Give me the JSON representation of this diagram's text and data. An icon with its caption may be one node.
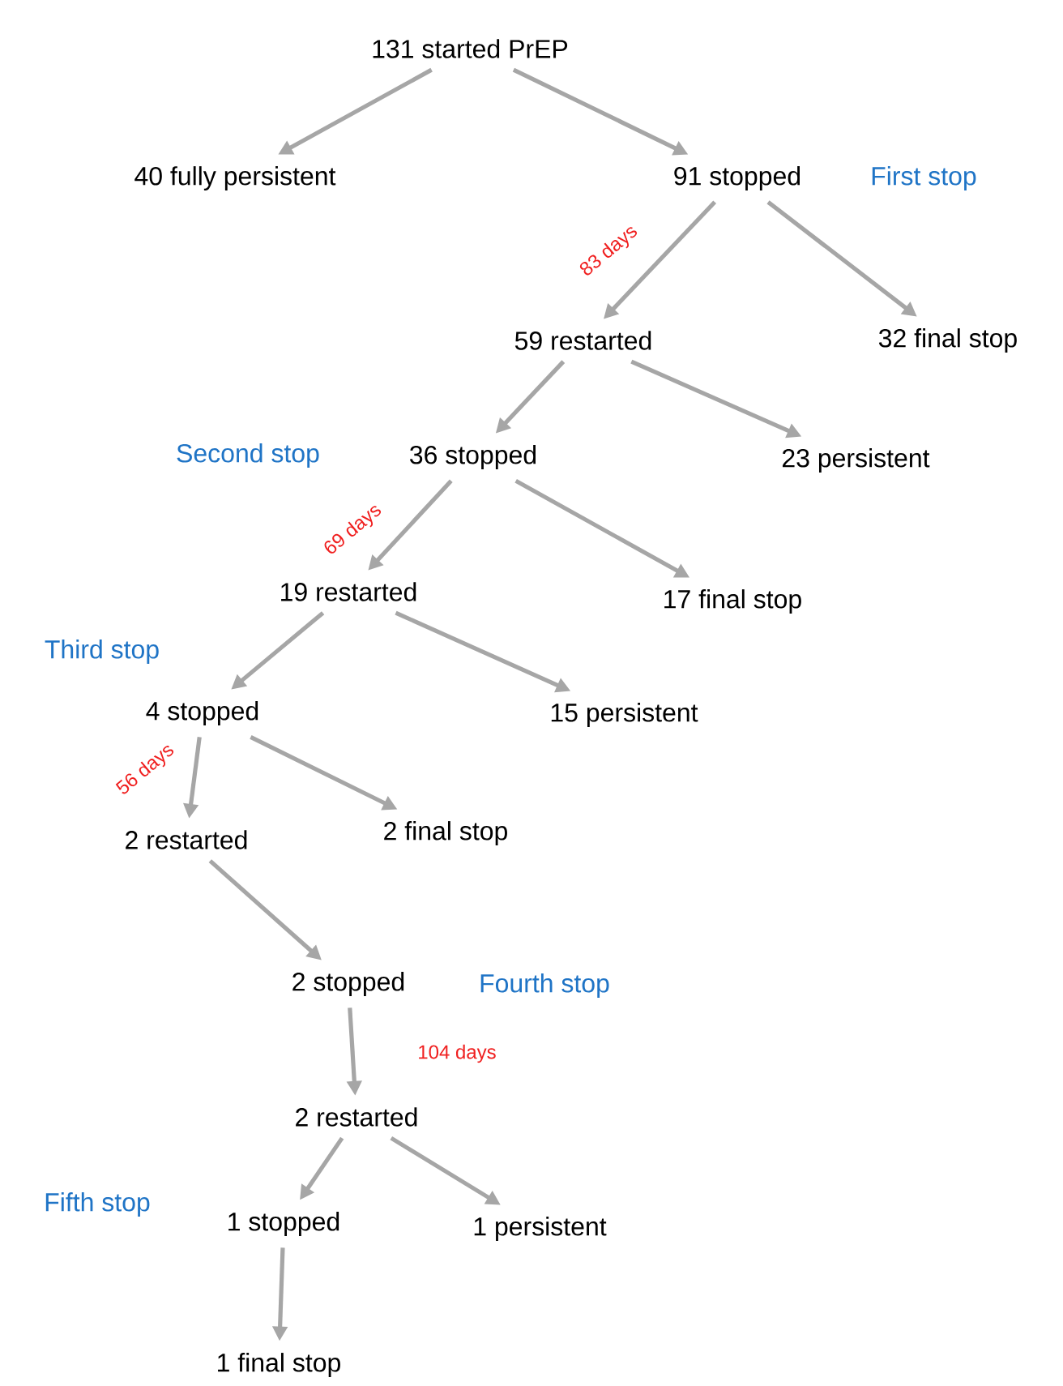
{
  "diagram": {
    "nodes": [
      {
        "text": [
          "131 started PrEP"
        ]
      },
      {
        "text": [
          "40 fully persistent"
        ]
      },
      {
        "text": [
          "91 stopped"
        ],
        "beside": [
          "First stop"
        ]
      },
      {
        "text": [
          "59 restarted"
        ]
      },
      {
        "text": [
          "32 final stop"
        ]
      },
      {
        "text": [
          "36 stopped"
        ],
        "beside": [
          "Second stop"
        ]
      },
      {
        "text": [
          "23 persistent"
        ]
      },
      {
        "text": [
          "19 restarted"
        ]
      },
      {
        "text": [
          "17 final stop"
        ]
      },
      {
        "text": [
          "4 stopped"
        ],
        "beside": [
          "Third stop"
        ]
      },
      {
        "text": [
          "15 persistent"
        ]
      },
      {
        "text": [
          "2 restarted"
        ]
      },
      {
        "text": [
          "2 final stop"
        ]
      },
      {
        "text": [
          "2 stopped"
        ],
        "beside": [
          "Fourth stop"
        ]
      },
      {
        "text": [
          "2 restarted"
        ]
      },
      {
        "text": [
          "1 stopped"
        ],
        "beside": [
          "Fifth stop"
        ]
      },
      {
        "text": [
          "1 persistent"
        ]
      },
      {
        "text": [
          "1 final stop"
        ]
      }
    ],
    "edges": [
      {
        "from": 0,
        "to": 1,
        "arrow": "to"
      },
      {
        "from": 0,
        "to": 2,
        "arrow": "to"
      },
      {
        "from": 2,
        "to": 3,
        "arrow": "to",
        "label": "83 days"
      },
      {
        "from": 2,
        "to": 4,
        "arrow": "to"
      },
      {
        "from": 3,
        "to": 5,
        "arrow": "to"
      },
      {
        "from": 3,
        "to": 6,
        "arrow": "to"
      },
      {
        "from": 5,
        "to": 7,
        "arrow": "to",
        "label": "69 days"
      },
      {
        "from": 5,
        "to": 8,
        "arrow": "to"
      },
      {
        "from": 7,
        "to": 9,
        "arrow": "to"
      },
      {
        "from": 7,
        "to": 10,
        "arrow": "to"
      },
      {
        "from": 9,
        "to": 11,
        "arrow": "to",
        "label": "56 days"
      },
      {
        "from": 9,
        "to": 12,
        "arrow": "to"
      },
      {
        "from": 11,
        "to": 13,
        "arrow": "to"
      },
      {
        "from": 13,
        "to": 14,
        "arrow": "to",
        "label": "104 days"
      },
      {
        "from": 14,
        "to": 15,
        "arrow": "to"
      },
      {
        "from": 14,
        "to": 16,
        "arrow": "to"
      },
      {
        "from": 15,
        "to": 17,
        "arrow": "to"
      }
    ]
  }
}
